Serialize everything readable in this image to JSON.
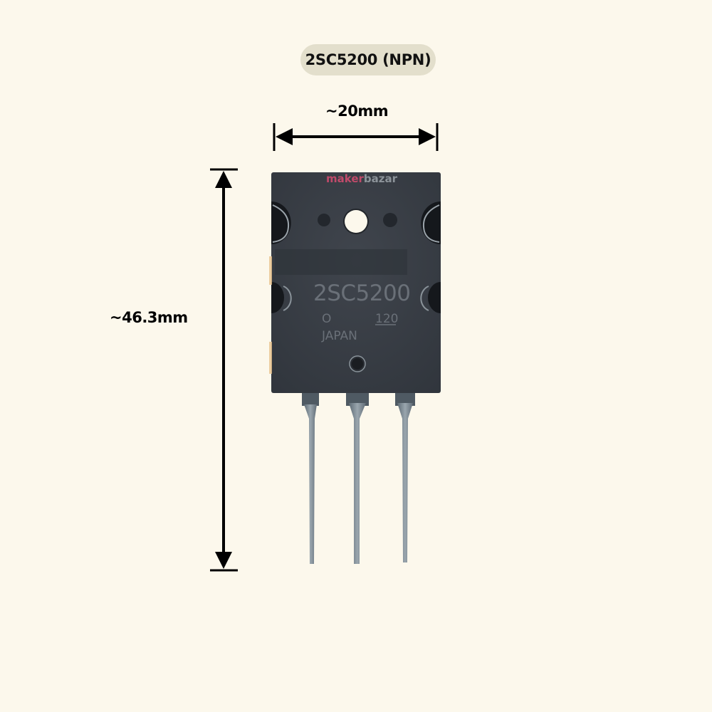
{
  "title": "2SC5200 (NPN)",
  "dimensions": {
    "width_label": "~20mm",
    "height_label": "~46.3mm"
  },
  "component": {
    "package_marking": "2SC5200",
    "rank_mark": "O",
    "lot_code": "120",
    "origin": "JAPAN",
    "watermark_part1": "maker",
    "watermark_part2": "bazar",
    "pin_count": 3
  },
  "colors": {
    "background": "#fcf8ec",
    "badge": "#e3dfcc",
    "body": "#3a3f47",
    "leads": "#7f8c96",
    "dimension_lines": "#000000"
  }
}
